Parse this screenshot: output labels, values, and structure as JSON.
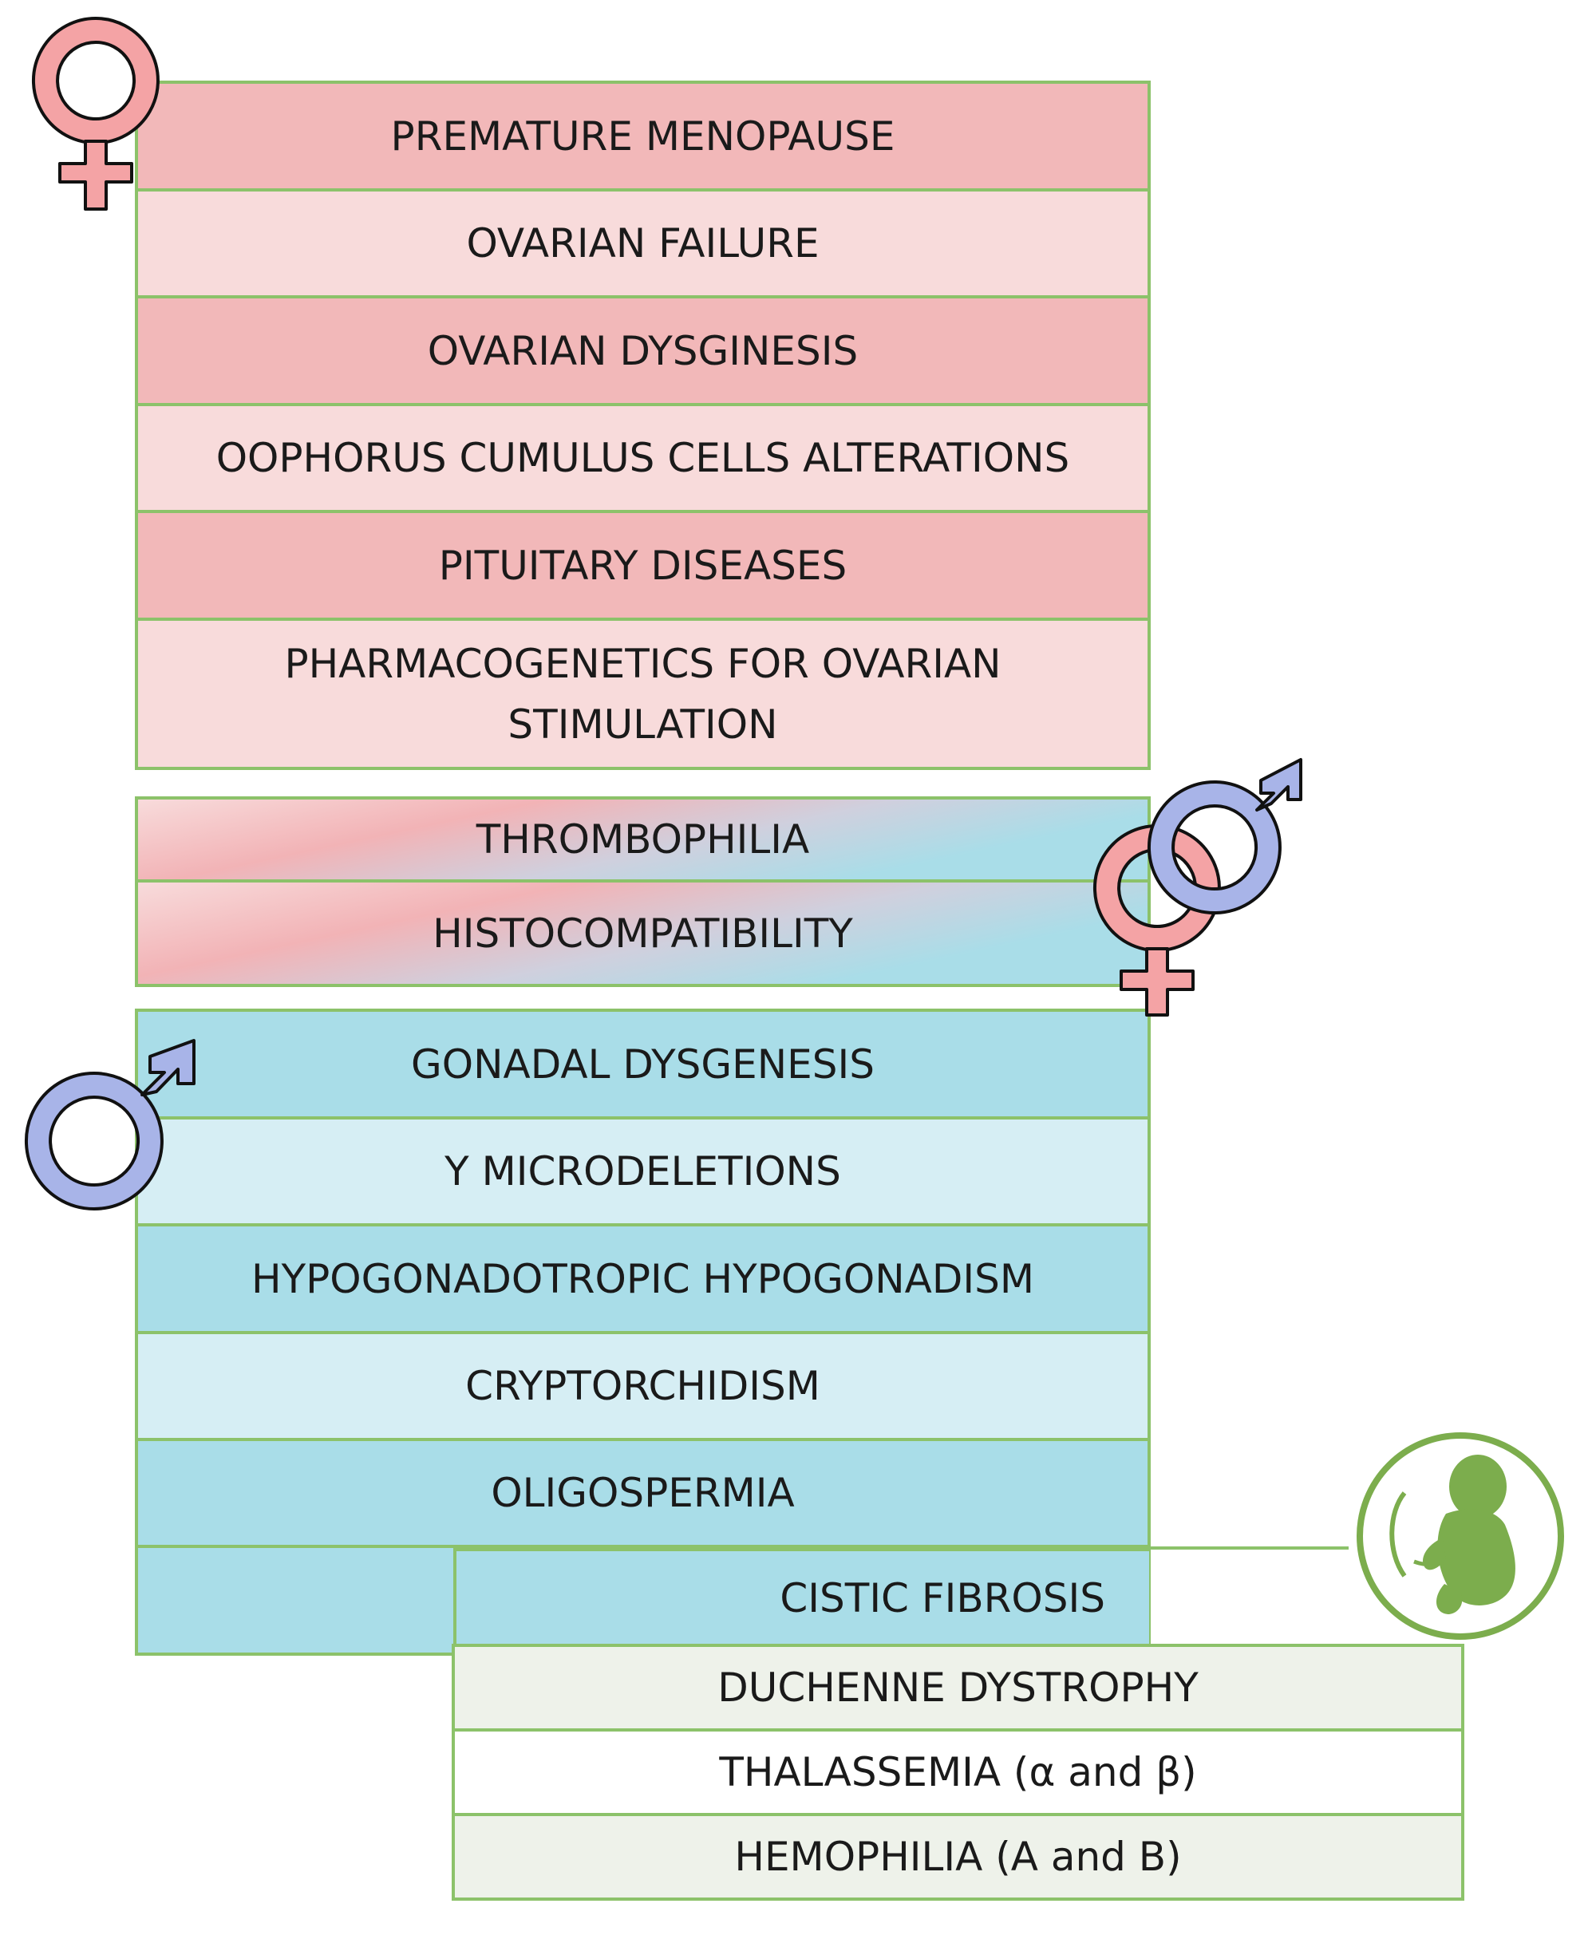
{
  "female_section": {
    "icon": "female-symbol-icon",
    "rows": [
      "PREMATURE MENOPAUSE",
      "OVARIAN FAILURE",
      "OVARIAN DYSGINESIS",
      "OOPHORUS CUMULUS CELLS ALTERATIONS",
      "PITUITARY DISEASES",
      "PHARMACOGENETICS FOR OVARIAN",
      "STIMULATION"
    ]
  },
  "both_section": {
    "icon": "male-female-symbol-icon",
    "rows": [
      "THROMBOPHILIA",
      "HISTOCOMPATIBILITY"
    ]
  },
  "male_section": {
    "icon": "male-symbol-icon",
    "rows": [
      "GONADAL DYSGENESIS",
      "Y MICRODELETIONS",
      "HYPOGONADOTROPIC HYPOGONADISM",
      "CRYPTORCHIDISM",
      "OLIGOSPERMIA",
      "CISTIC FIBROSIS"
    ]
  },
  "fetal_section": {
    "icon": "fetus-icon",
    "rows": [
      "DUCHENNE DYSTROPHY",
      "THALASSEMIA (α and β)",
      "HEMOPHILIA (A and B)"
    ]
  },
  "colors": {
    "pink_dark": "#f2b8b9",
    "pink_light": "#f8dbdb",
    "blue_dark": "#a9dde8",
    "blue_light": "#d6eef4",
    "green_light": "#eef2ea",
    "border_green": "#8cc26a",
    "female_icon": "#f4a3a5",
    "male_icon": "#a8b4e8",
    "fetus_green": "#7cad4d"
  }
}
